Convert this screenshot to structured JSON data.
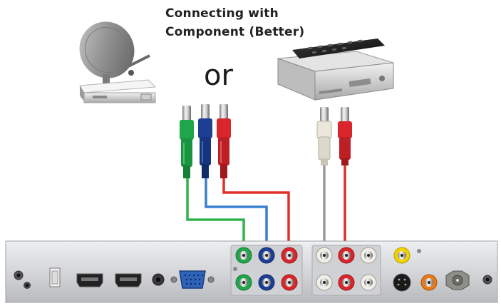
{
  "title": {
    "line1": "Connecting with",
    "line2": "Component (Better)"
  },
  "or_label": "or",
  "colors": {
    "green": "#1fa64a",
    "blue": "#1c3f94",
    "red": "#d8262c",
    "white": "#e9e6dc",
    "wire_green": "#2fb34a",
    "wire_blue": "#3a7fd1",
    "wire_red": "#e0302a",
    "wire_gray": "#9a9a9a",
    "panel": "#d8dadd",
    "orange": "#e87a1a",
    "yellow": "#f2d400"
  },
  "devices": [
    {
      "name": "satellite-receiver",
      "icon": "satellite-dish-icon"
    },
    {
      "name": "cable-box",
      "icon": "set-top-box-icon"
    }
  ],
  "component_connectors": [
    "green",
    "blue",
    "red"
  ],
  "audio_connectors": [
    "white",
    "red"
  ]
}
